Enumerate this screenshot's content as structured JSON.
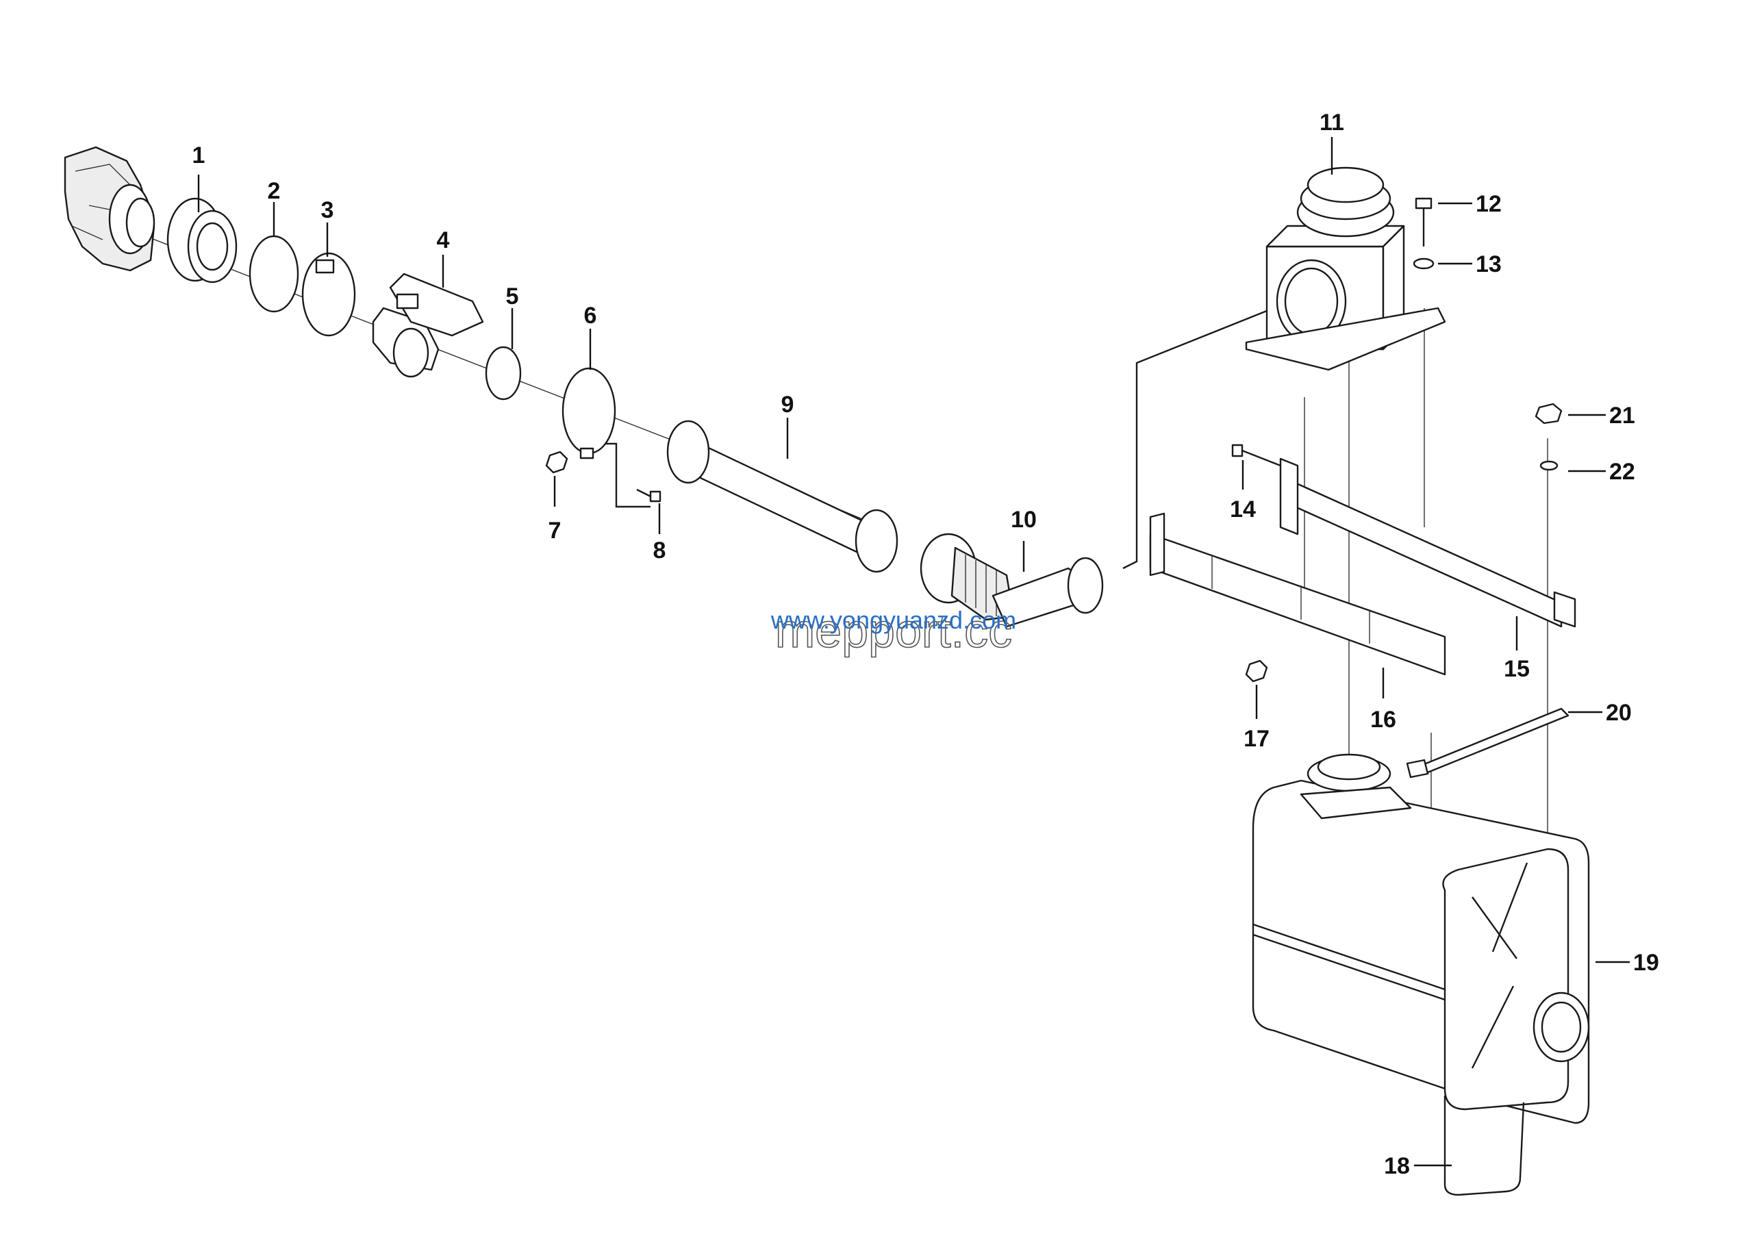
{
  "diagram": {
    "callouts": [
      {
        "id": "1",
        "label": "1"
      },
      {
        "id": "2",
        "label": "2"
      },
      {
        "id": "3",
        "label": "3"
      },
      {
        "id": "4",
        "label": "4"
      },
      {
        "id": "5",
        "label": "5"
      },
      {
        "id": "6",
        "label": "6"
      },
      {
        "id": "7",
        "label": "7"
      },
      {
        "id": "8",
        "label": "8"
      },
      {
        "id": "9",
        "label": "9"
      },
      {
        "id": "10",
        "label": "10"
      },
      {
        "id": "11",
        "label": "11"
      },
      {
        "id": "12",
        "label": "12"
      },
      {
        "id": "13",
        "label": "13"
      },
      {
        "id": "14",
        "label": "14"
      },
      {
        "id": "15",
        "label": "15"
      },
      {
        "id": "16",
        "label": "16"
      },
      {
        "id": "17",
        "label": "17"
      },
      {
        "id": "18",
        "label": "18"
      },
      {
        "id": "19",
        "label": "19"
      },
      {
        "id": "20",
        "label": "20"
      },
      {
        "id": "21",
        "label": "21"
      },
      {
        "id": "22",
        "label": "22"
      }
    ],
    "watermark_url": "www.yongyuanzd.com",
    "watermark_brand": "mepport.cc",
    "colors": {
      "line": "#1a1a1a",
      "watermark_blue": "#2a6fc4"
    }
  }
}
